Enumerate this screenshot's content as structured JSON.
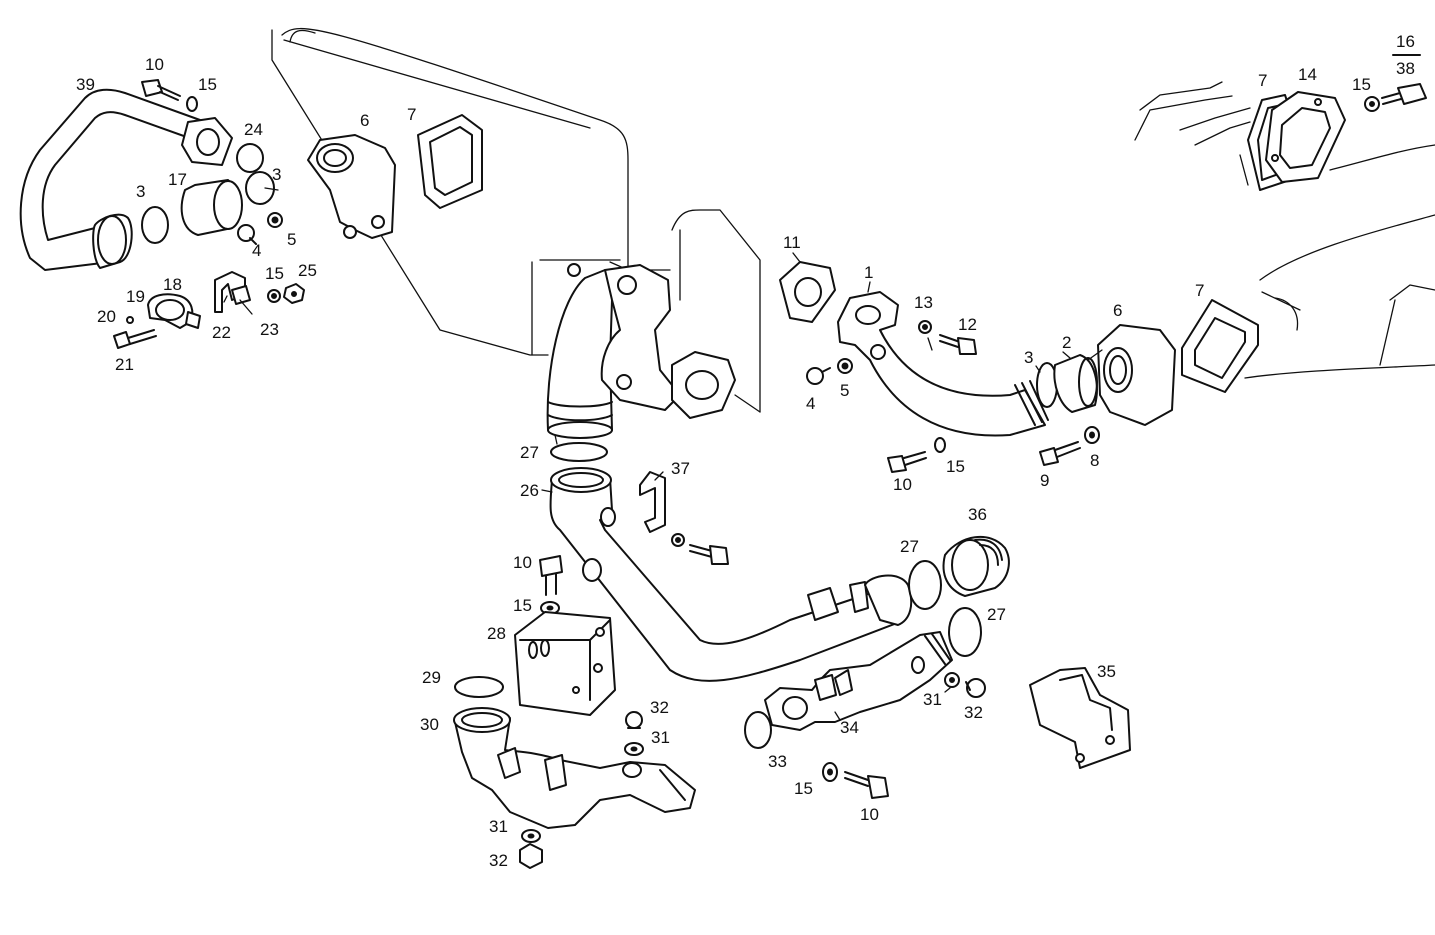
{
  "diagram": {
    "callouts": [
      {
        "id": "c39",
        "text": "39"
      },
      {
        "id": "c10a",
        "text": "10"
      },
      {
        "id": "c15a",
        "text": "15"
      },
      {
        "id": "c24",
        "text": "24"
      },
      {
        "id": "c3a",
        "text": "3"
      },
      {
        "id": "c3b",
        "text": "3"
      },
      {
        "id": "c17",
        "text": "17"
      },
      {
        "id": "c4a",
        "text": "4"
      },
      {
        "id": "c5a",
        "text": "5"
      },
      {
        "id": "c6a",
        "text": "6"
      },
      {
        "id": "c7a",
        "text": "7"
      },
      {
        "id": "c18",
        "text": "18"
      },
      {
        "id": "c19",
        "text": "19"
      },
      {
        "id": "c20",
        "text": "20"
      },
      {
        "id": "c21",
        "text": "21"
      },
      {
        "id": "c22",
        "text": "22"
      },
      {
        "id": "c23",
        "text": "23"
      },
      {
        "id": "c15b",
        "text": "15"
      },
      {
        "id": "c25",
        "text": "25"
      },
      {
        "id": "c11",
        "text": "11"
      },
      {
        "id": "c1",
        "text": "1"
      },
      {
        "id": "c13",
        "text": "13"
      },
      {
        "id": "c12",
        "text": "12"
      },
      {
        "id": "c3c",
        "text": "3"
      },
      {
        "id": "c2",
        "text": "2"
      },
      {
        "id": "c6b",
        "text": "6"
      },
      {
        "id": "c7b",
        "text": "7"
      },
      {
        "id": "c4b",
        "text": "4"
      },
      {
        "id": "c5b",
        "text": "5"
      },
      {
        "id": "c10b",
        "text": "10"
      },
      {
        "id": "c15c",
        "text": "15"
      },
      {
        "id": "c9",
        "text": "9"
      },
      {
        "id": "c8",
        "text": "8"
      },
      {
        "id": "c7c",
        "text": "7"
      },
      {
        "id": "c14",
        "text": "14"
      },
      {
        "id": "c15d",
        "text": "15"
      },
      {
        "id": "c16",
        "text": "16"
      },
      {
        "id": "c38",
        "text": "38"
      },
      {
        "id": "c27a",
        "text": "27"
      },
      {
        "id": "c26",
        "text": "26"
      },
      {
        "id": "c37",
        "text": "37"
      },
      {
        "id": "c36",
        "text": "36"
      },
      {
        "id": "c27b",
        "text": "27"
      },
      {
        "id": "c27c",
        "text": "27"
      },
      {
        "id": "c10c",
        "text": "10"
      },
      {
        "id": "c15e",
        "text": "15"
      },
      {
        "id": "c28",
        "text": "28"
      },
      {
        "id": "c29",
        "text": "29"
      },
      {
        "id": "c30",
        "text": "30"
      },
      {
        "id": "c32a",
        "text": "32"
      },
      {
        "id": "c31a",
        "text": "31"
      },
      {
        "id": "c31b",
        "text": "31"
      },
      {
        "id": "c32b",
        "text": "32"
      },
      {
        "id": "c35",
        "text": "35"
      },
      {
        "id": "c31c",
        "text": "31"
      },
      {
        "id": "c32c",
        "text": "32"
      },
      {
        "id": "c34",
        "text": "34"
      },
      {
        "id": "c33",
        "text": "33"
      },
      {
        "id": "c15f",
        "text": "15"
      },
      {
        "id": "c10d",
        "text": "10"
      }
    ]
  }
}
